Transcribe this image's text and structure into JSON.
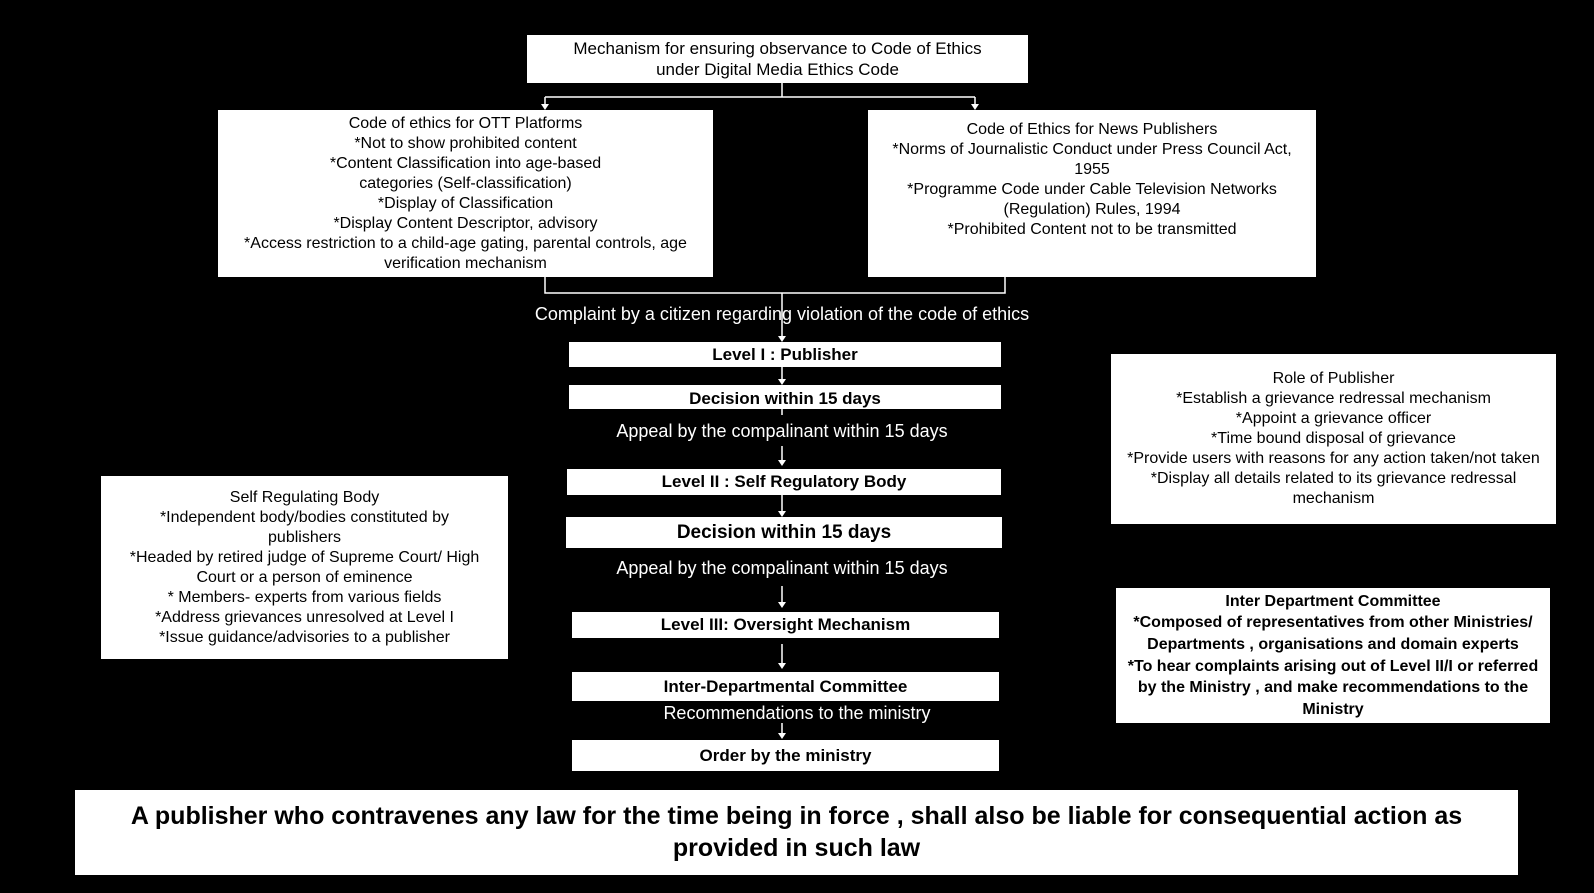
{
  "title": {
    "line1": "Mechanism for ensuring observance to Code of Ethics",
    "line2": "under Digital Media Ethics Code"
  },
  "ott": {
    "heading": "Code of ethics for OTT Platforms",
    "items": [
      "*Not to show prohibited content",
      "*Content Classification into age-based categories (Self-classification)",
      "*Display of Classification",
      "*Display Content Descriptor, advisory",
      "*Access restriction to a child-age gating, parental controls, age verification mechanism"
    ]
  },
  "news": {
    "heading": "Code of Ethics for News Publishers",
    "items": [
      "*Norms of Journalistic Conduct under Press Council Act, 1955",
      "*Programme Code under Cable Television Networks (Regulation) Rules, 1994",
      "*Prohibited Content not to be transmitted"
    ]
  },
  "flow": {
    "complaint": "Complaint by a citizen regarding violation of the code of ethics",
    "level1": "Level I : Publisher",
    "decision1": "Decision within 15 days",
    "appeal1": "Appeal by the compalinant within 15 days",
    "level2": "Level II : Self Regulatory Body",
    "decision2": "Decision within 15 days",
    "appeal2": "Appeal by the compalinant within 15 days",
    "level3": "Level III: Oversight Mechanism",
    "idc": "Inter-Departmental Committee",
    "recommendations": "Recommendations to the ministry",
    "order": "Order by the ministry"
  },
  "srb": {
    "heading": "Self Regulating Body",
    "items": [
      "*Independent body/bodies constituted by publishers",
      "*Headed by retired judge of Supreme Court/ High Court or a person of eminence",
      "* Members- experts from various fields",
      "*Address grievances unresolved at Level I",
      "*Issue guidance/advisories to a publisher"
    ]
  },
  "role": {
    "heading": "Role of Publisher",
    "items": [
      "*Establish a grievance redressal mechanism",
      "*Appoint a grievance officer",
      "*Time bound disposal of grievance",
      "*Provide users with reasons for any action taken/not taken",
      "*Display all details related to its grievance redressal mechanism"
    ]
  },
  "idc_box": {
    "heading": "Inter Department Committee",
    "items": [
      "*Composed of representatives from other Ministries/ Departments , organisations and domain experts",
      "*To hear complaints arising out of Level II/I or referred by the Ministry , and make recommendations to the Ministry"
    ]
  },
  "footer": "A publisher who contravenes any law for the time being in force , shall also be liable for consequential action as provided in such law"
}
